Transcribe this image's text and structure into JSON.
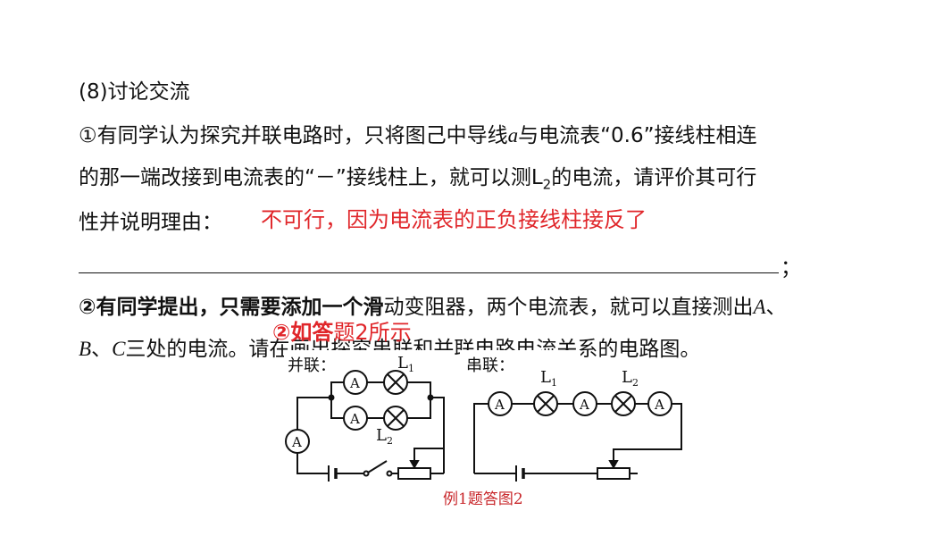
{
  "heading": "(8)讨论交流",
  "q1": {
    "line1_a": "①有同学认为探究并联电路时，只将图己中导线",
    "line1_var": "a",
    "line1_b": "与电流表“0.6”接线柱相连",
    "line2_a": "的那一端改接到电流表的“－”接线柱上，就可以测L",
    "line2_sub": "2",
    "line2_b": "的电流，请评价其可行",
    "line3": "性并说明理由：",
    "answer": "不可行，因为电流表的正负接线柱接反了",
    "end_mark": "；"
  },
  "q2": {
    "line1_bold": "②有同学提出，只需要添加一个滑",
    "line1_rest": "动变阻器，两个电流表，就可以直接测出",
    "line1_var": "A",
    "line1_end": "、",
    "line2_b": "B",
    "line2_sep": "、",
    "line2_c": "C",
    "line2_rest": "三处的电流。请在画出探究串联和并联电路电流关系的电路图。",
    "answer_bold": "②如答",
    "answer_thin": "题2所示"
  },
  "diagram": {
    "parallel_label": "并联：",
    "series_label": "串联：",
    "ammeter_symbol": "A",
    "lamp1_label": "L",
    "lamp1_sub": "1",
    "lamp2_label": "L",
    "lamp2_sub": "2",
    "caption": "例1题答图2"
  }
}
